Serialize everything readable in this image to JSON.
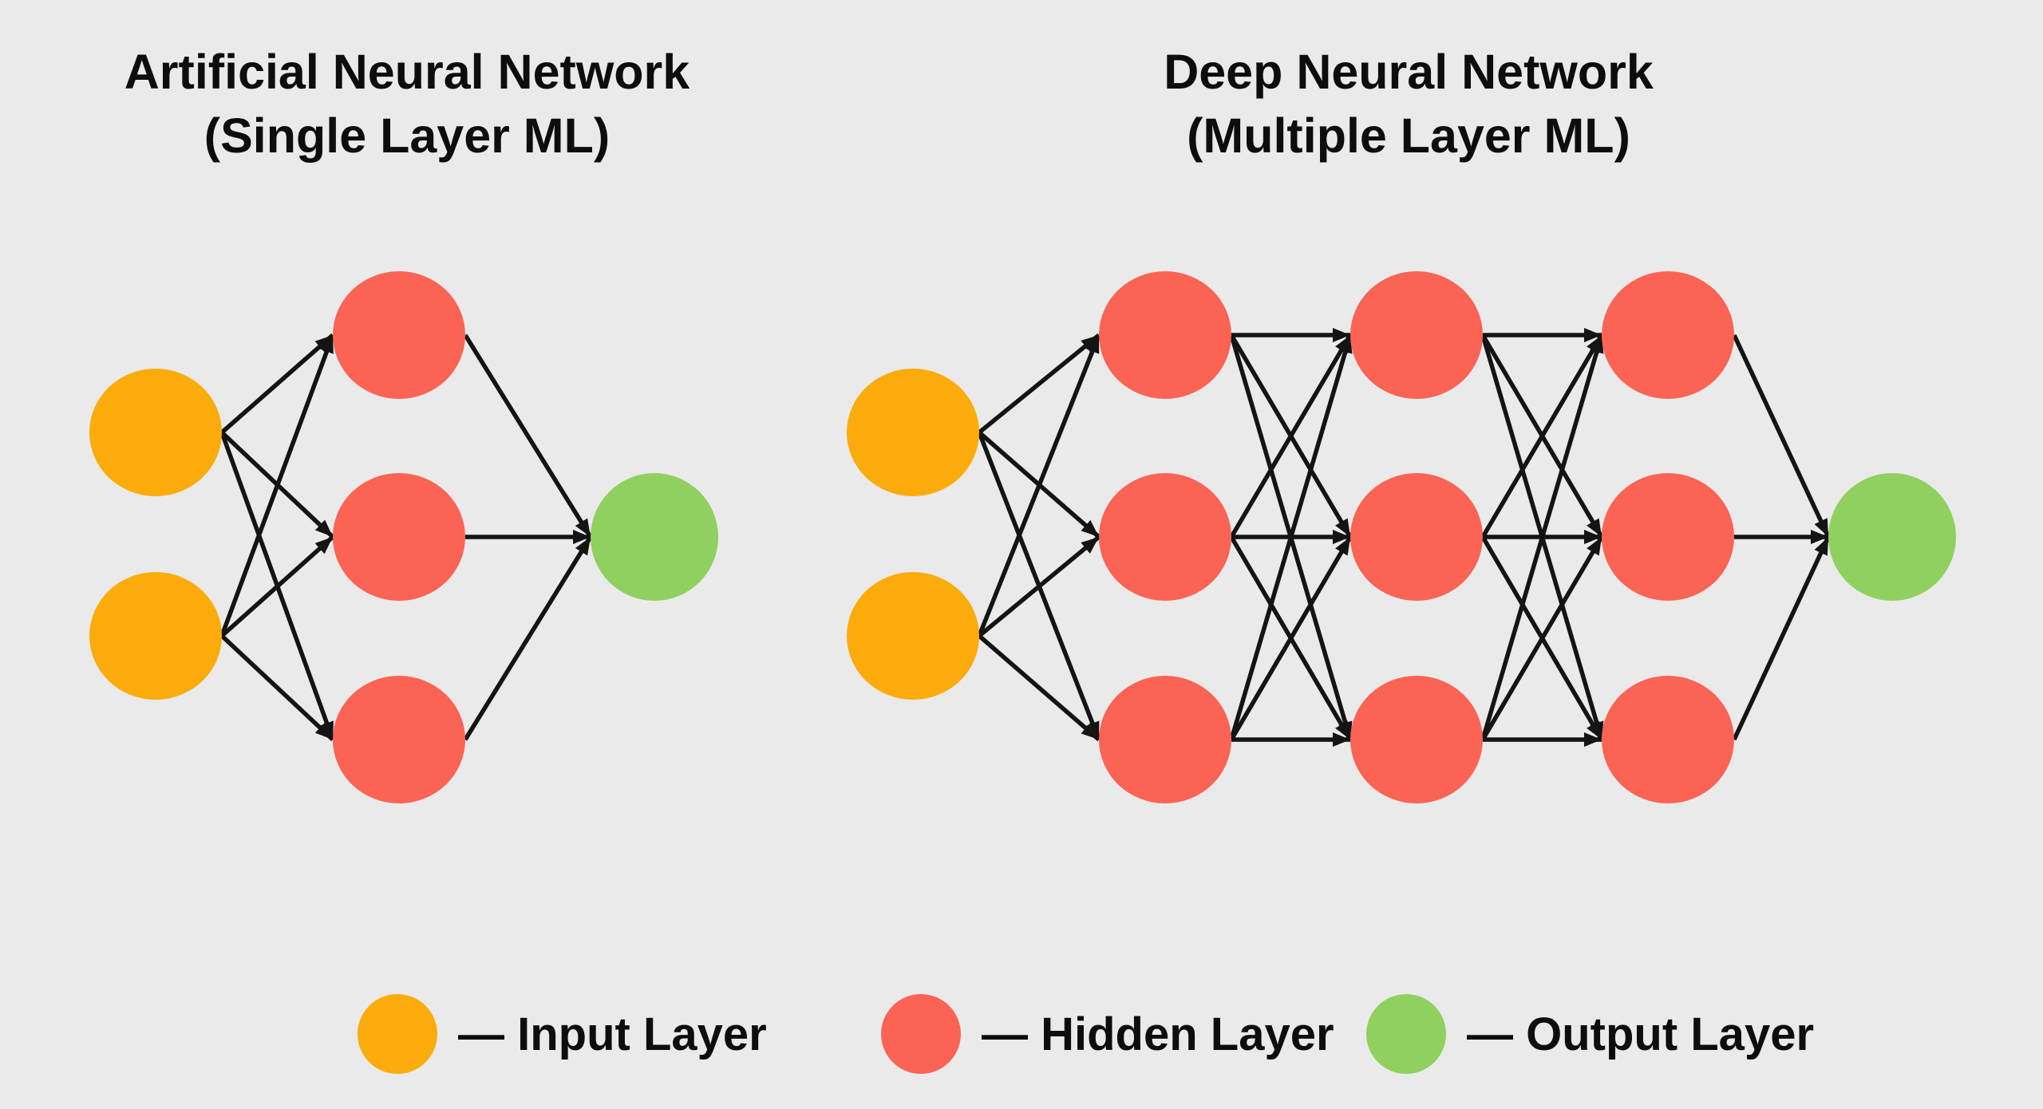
{
  "background": "#EAEAEA",
  "colors": {
    "input": "#FBAC0A",
    "hidden": "#FB6455",
    "output": "#90D05F",
    "line": "#141414",
    "text": "#0D0D0D"
  },
  "panels": [
    {
      "id": "ann",
      "title_line1": "Artificial Neural Network",
      "title_line2": "(Single Layer ML)",
      "layers": [
        {
          "role": "input",
          "count": 2
        },
        {
          "role": "hidden",
          "count": 3
        },
        {
          "role": "output",
          "count": 1
        }
      ]
    },
    {
      "id": "dnn",
      "title_line1": "Deep Neural Network",
      "title_line2": "(Multiple Layer ML)",
      "layers": [
        {
          "role": "input",
          "count": 2
        },
        {
          "role": "hidden",
          "count": 3
        },
        {
          "role": "hidden",
          "count": 3
        },
        {
          "role": "hidden",
          "count": 3
        },
        {
          "role": "output",
          "count": 1
        }
      ]
    }
  ],
  "legend": [
    {
      "role": "input",
      "label": "— Input Layer"
    },
    {
      "role": "hidden",
      "label": "— Hidden Layer"
    },
    {
      "role": "output",
      "label": "— Output Layer"
    }
  ]
}
